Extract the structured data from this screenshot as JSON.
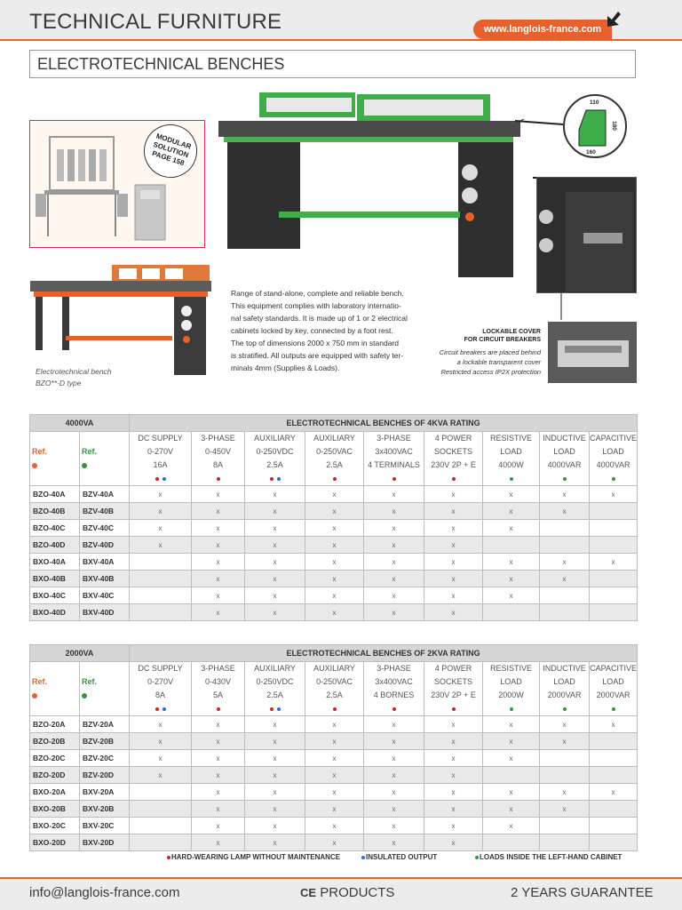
{
  "header": {
    "title": "TECHNICAL FURNITURE",
    "website": "www.langlois-france.com"
  },
  "section": {
    "title": "ELECTROTECHNICAL BENCHES"
  },
  "badge": {
    "line1": "MODULAR",
    "line2": "SOLUTION",
    "line3": "PAGE 158"
  },
  "caption": {
    "line1": "Electrotechnical bench",
    "line2": "BZO**-D type"
  },
  "description": [
    "Range of stand-alone, complete and reliable bench.",
    "This equipment complies with laboratory internatio-",
    "nal safety standards. It is made up of 1 or 2 electrical",
    "cabinets locked by key, connected by a foot rest.",
    "The top of dimensions 2000 x 750 mm in standard",
    "is stratified. All outputs are equipped with safety ter-",
    "minals 4mm (Supplies & Loads)."
  ],
  "profile": {
    "top": "110",
    "side": "180",
    "bottom": "160"
  },
  "lockable": {
    "title1": "Lockable cover",
    "title2": "for circuit breakers",
    "text1": "Circuit breakers are placed behind",
    "text2": "a lockable transparent cover",
    "text3": "Restricted access IP2X protection"
  },
  "colors": {
    "accent": "#e8612c",
    "green": "#2e9a40",
    "red": "#c0282d",
    "blue": "#2a6fc4"
  },
  "tables": [
    {
      "rating": "4000VA",
      "title": "ELECTROTECHNICAL BENCHES OF 4KVA RATING",
      "ref_o": "Ref.",
      "ref_g": "Ref.",
      "columns": [
        {
          "l1": "DC SUPPLY",
          "l2": "0-270V",
          "l3": "16A",
          "dots": [
            "red",
            "blue"
          ]
        },
        {
          "l1": "3-PHASE",
          "l2": "0-450V",
          "l3": "8A",
          "dots": [
            "red"
          ]
        },
        {
          "l1": "AUXILIARY",
          "l2": "0-250VDC",
          "l3": "2.5A",
          "dots": [
            "red",
            "blue"
          ]
        },
        {
          "l1": "AUXILIARY",
          "l2": "0-250VAC",
          "l3": "2.5A",
          "dots": [
            "red"
          ]
        },
        {
          "l1": "3-PHASE",
          "l2": "3x400VAC",
          "l3": "4 TERMINALS",
          "dots": [
            "red"
          ]
        },
        {
          "l1": "4 POWER",
          "l2": "SOCKETS",
          "l3": "230V 2P + E",
          "dots": [
            "red"
          ]
        },
        {
          "l1": "RESISTIVE",
          "l2": "LOAD",
          "l3": "4000W",
          "dots": [
            "green"
          ]
        },
        {
          "l1": "INDUCTIVE",
          "l2": "LOAD",
          "l3": "4000VAR",
          "dots": [
            "green"
          ]
        },
        {
          "l1": "CAPACITIVE",
          "l2": "LOAD",
          "l3": "4000VAR",
          "dots": [
            "green"
          ]
        }
      ],
      "rows": [
        {
          "ro": "BZO-40A",
          "rg": "BZV-40A",
          "cells": [
            "x",
            "x",
            "x",
            "x",
            "x",
            "x",
            "x",
            "x",
            "x"
          ]
        },
        {
          "ro": "BZO-40B",
          "rg": "BZV-40B",
          "cells": [
            "x",
            "x",
            "x",
            "x",
            "x",
            "x",
            "x",
            "x",
            ""
          ]
        },
        {
          "ro": "BZO-40C",
          "rg": "BZV-40C",
          "cells": [
            "x",
            "x",
            "x",
            "x",
            "x",
            "x",
            "x",
            "",
            ""
          ]
        },
        {
          "ro": "BZO-40D",
          "rg": "BZV-40D",
          "cells": [
            "x",
            "x",
            "x",
            "x",
            "x",
            "x",
            "",
            "",
            ""
          ]
        },
        {
          "ro": "BXO-40A",
          "rg": "BXV-40A",
          "cells": [
            "",
            "x",
            "x",
            "x",
            "x",
            "x",
            "x",
            "x",
            "x"
          ]
        },
        {
          "ro": "BXO-40B",
          "rg": "BXV-40B",
          "cells": [
            "",
            "x",
            "x",
            "x",
            "x",
            "x",
            "x",
            "x",
            ""
          ]
        },
        {
          "ro": "BXO-40C",
          "rg": "BXV-40C",
          "cells": [
            "",
            "x",
            "x",
            "x",
            "x",
            "x",
            "x",
            "",
            ""
          ]
        },
        {
          "ro": "BXO-40D",
          "rg": "BXV-40D",
          "cells": [
            "",
            "x",
            "x",
            "x",
            "x",
            "x",
            "",
            "",
            ""
          ]
        }
      ]
    },
    {
      "rating": "2000VA",
      "title": "ELECTROTECHNICAL BENCHES OF 2KVA RATING",
      "ref_o": "Ref.",
      "ref_g": "Ref.",
      "columns": [
        {
          "l1": "DC SUPPLY",
          "l2": "0-270V",
          "l3": "8A",
          "dots": [
            "red",
            "blue"
          ]
        },
        {
          "l1": "3-PHASE",
          "l2": "0-430V",
          "l3": "5A",
          "dots": [
            "red"
          ]
        },
        {
          "l1": "AUXILIARY",
          "l2": "0-250VDC",
          "l3": "2.5A",
          "dots": [
            "red",
            "blue"
          ]
        },
        {
          "l1": "AUXILIARY",
          "l2": "0-250VAC",
          "l3": "2.5A",
          "dots": [
            "red"
          ]
        },
        {
          "l1": "3-PHASE",
          "l2": "3x400VAC",
          "l3": "4 BORNES",
          "dots": [
            "red"
          ]
        },
        {
          "l1": "4 POWER",
          "l2": "SOCKETS",
          "l3": "230V 2P + E",
          "dots": [
            "red"
          ]
        },
        {
          "l1": "RESISTIVE",
          "l2": "LOAD",
          "l3": "2000W",
          "dots": [
            "green"
          ]
        },
        {
          "l1": "INDUCTIVE",
          "l2": "LOAD",
          "l3": "2000VAR",
          "dots": [
            "green"
          ]
        },
        {
          "l1": "CAPACITIVE",
          "l2": "LOAD",
          "l3": "2000VAR",
          "dots": [
            "green"
          ]
        }
      ],
      "rows": [
        {
          "ro": "BZO-20A",
          "rg": "BZV-20A",
          "cells": [
            "x",
            "x",
            "x",
            "x",
            "x",
            "x",
            "x",
            "x",
            "x"
          ]
        },
        {
          "ro": "BZO-20B",
          "rg": "BZV-20B",
          "cells": [
            "x",
            "x",
            "x",
            "x",
            "x",
            "x",
            "x",
            "x",
            ""
          ]
        },
        {
          "ro": "BZO-20C",
          "rg": "BZV-20C",
          "cells": [
            "x",
            "x",
            "x",
            "x",
            "x",
            "x",
            "x",
            "",
            ""
          ]
        },
        {
          "ro": "BZO-20D",
          "rg": "BZV-20D",
          "cells": [
            "x",
            "x",
            "x",
            "x",
            "x",
            "x",
            "",
            "",
            ""
          ]
        },
        {
          "ro": "BXO-20A",
          "rg": "BXV-20A",
          "cells": [
            "",
            "x",
            "x",
            "x",
            "x",
            "x",
            "x",
            "x",
            "x"
          ]
        },
        {
          "ro": "BXO-20B",
          "rg": "BXV-20B",
          "cells": [
            "",
            "x",
            "x",
            "x",
            "x",
            "x",
            "x",
            "x",
            ""
          ]
        },
        {
          "ro": "BXO-20C",
          "rg": "BXV-20C",
          "cells": [
            "",
            "x",
            "x",
            "x",
            "x",
            "x",
            "x",
            "",
            ""
          ]
        },
        {
          "ro": "BXO-20D",
          "rg": "BXV-20D",
          "cells": [
            "",
            "x",
            "x",
            "x",
            "x",
            "x",
            "",
            "",
            ""
          ]
        }
      ]
    }
  ],
  "legend": {
    "item1": "HARD-WEARING LAMP WITHOUT MAINTENANCE",
    "item2": "INSULATED OUTPUT",
    "item3": "LOADS INSIDE THE LEFT-HAND CABINET"
  },
  "footer": {
    "email": "info@langlois-france.com",
    "ce": "CE",
    "products": "PRODUCTS",
    "guarantee": "2 YEARS GUARANTEE"
  }
}
